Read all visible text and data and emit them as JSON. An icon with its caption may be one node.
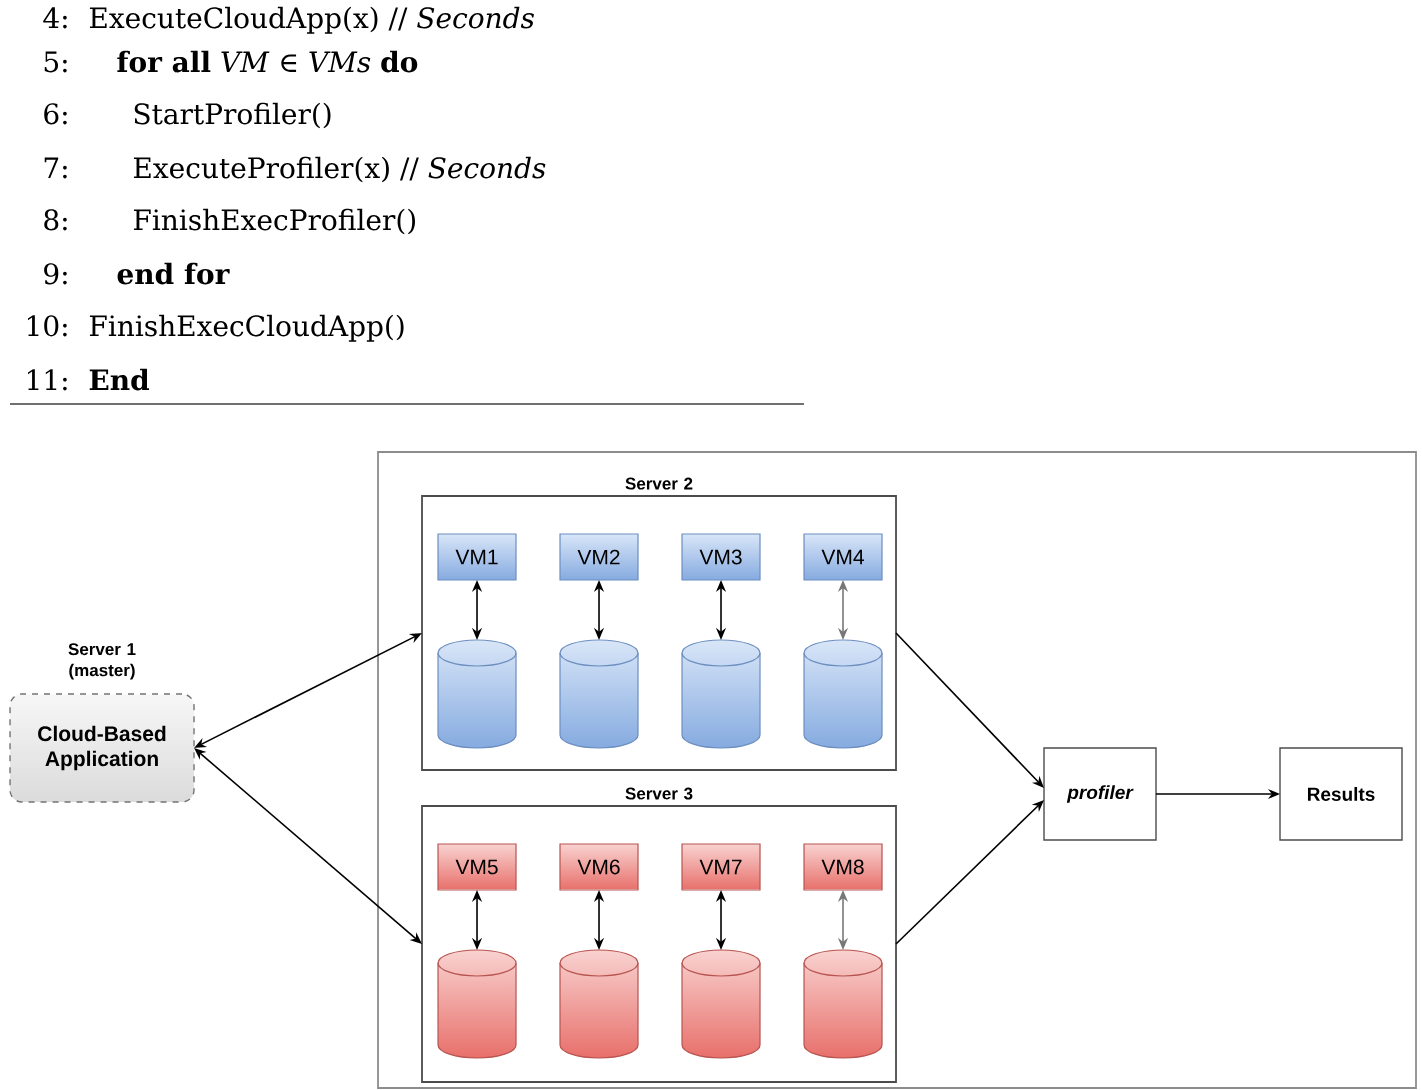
{
  "diagram": {
    "nodes": [
      {
        "text": [
          "Server 1 (master)",
          "Cloud-Based Application"
        ]
      },
      {
        "text": [],
        "shape": "box"
      },
      {
        "text": [
          "Server 2"
        ],
        "in": 1
      },
      {
        "text": [
          "VM1"
        ],
        "in": 2
      },
      {
        "text": [
          "VM2"
        ],
        "in": 2
      },
      {
        "text": [
          "VM3"
        ],
        "in": 2
      },
      {
        "text": [
          "VM4"
        ],
        "in": 2
      },
      {
        "text": [],
        "shape": "cylinder",
        "in": 2
      },
      {
        "text": [],
        "shape": "cylinder",
        "in": 2
      },
      {
        "text": [],
        "shape": "cylinder",
        "in": 2
      },
      {
        "text": [],
        "shape": "cylinder",
        "in": 2
      },
      {
        "text": [
          "Server 3"
        ],
        "in": 1
      },
      {
        "text": [
          "VM5"
        ],
        "in": 11
      },
      {
        "text": [
          "VM6"
        ],
        "in": 11
      },
      {
        "text": [
          "VM7"
        ],
        "in": 11
      },
      {
        "text": [
          "VM8"
        ],
        "in": 11
      },
      {
        "text": [],
        "shape": "cylinder",
        "in": 11
      },
      {
        "text": [],
        "shape": "cylinder",
        "in": 11
      },
      {
        "text": [],
        "shape": "cylinder",
        "in": 11
      },
      {
        "text": [],
        "shape": "cylinder",
        "in": 11
      },
      {
        "text": [
          "profiler"
        ],
        "in": 1
      },
      {
        "text": [
          "Results"
        ],
        "in": 1
      }
    ],
    "edges": [
      {
        "from": 0,
        "to": 2,
        "arrow": "both"
      },
      {
        "from": 0,
        "to": 11,
        "arrow": "both"
      },
      {
        "from": 3,
        "to": 7,
        "arrow": "both"
      },
      {
        "from": 4,
        "to": 8,
        "arrow": "both"
      },
      {
        "from": 5,
        "to": 9,
        "arrow": "both"
      },
      {
        "from": 6,
        "to": 10,
        "arrow": "both",
        "color": "#777777"
      },
      {
        "from": 12,
        "to": 16,
        "arrow": "both"
      },
      {
        "from": 13,
        "to": 17,
        "arrow": "both"
      },
      {
        "from": 14,
        "to": 18,
        "arrow": "both"
      },
      {
        "from": 15,
        "to": 19,
        "arrow": "both",
        "color": "#777777"
      },
      {
        "from": 2,
        "to": 20,
        "arrow": "to"
      },
      {
        "from": 11,
        "to": 20,
        "arrow": "to"
      },
      {
        "from": 20,
        "to": 21,
        "arrow": "to"
      }
    ],
    "labels": [
      "4:",
      "ExecuteCloudApp(x) // *Seconds*",
      "5:",
      "**for all** *VM* ∈ *VMs* **do**",
      "6:",
      "StartProfiler()",
      "7:",
      "ExecuteProfiler(x) // *Seconds*",
      "8:",
      "FinishExecProfiler()",
      "9:",
      "end for",
      "10:",
      "FinishExecCloudApp()",
      "11:",
      "End"
    ]
  }
}
